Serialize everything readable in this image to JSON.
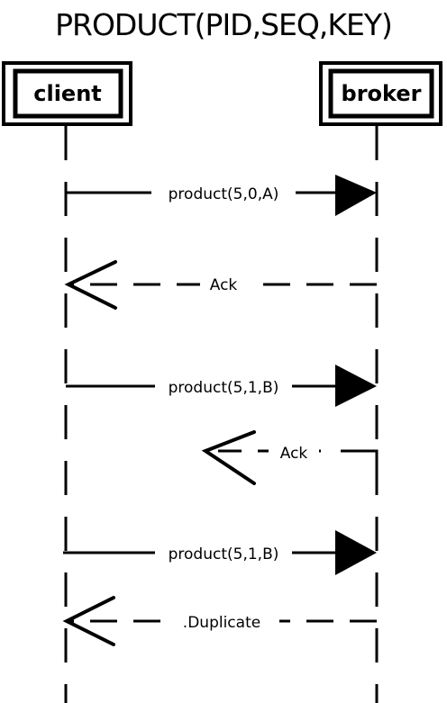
{
  "diagram": {
    "title": "PRODUCT(PID,SEQ,KEY)",
    "participants": [
      {
        "id": "client",
        "label": "client"
      },
      {
        "id": "broker",
        "label": "broker"
      }
    ],
    "messages": [
      {
        "from": "client",
        "to": "broker",
        "label": "product(5,0,A)",
        "style": "solid",
        "arrow": "filled"
      },
      {
        "from": "broker",
        "to": "client",
        "label": "Ack",
        "style": "dashed",
        "arrow": "open"
      },
      {
        "from": "client",
        "to": "broker",
        "label": "product(5,1,B)",
        "style": "solid",
        "arrow": "filled"
      },
      {
        "from": "broker",
        "to": "client",
        "label": "Ack",
        "style": "dashed",
        "arrow": "open",
        "lost": true
      },
      {
        "from": "client",
        "to": "broker",
        "label": "product(5,1,B)",
        "style": "solid",
        "arrow": "filled"
      },
      {
        "from": "broker",
        "to": "client",
        "label": ".Duplicate",
        "style": "dashed",
        "arrow": "open"
      }
    ]
  }
}
